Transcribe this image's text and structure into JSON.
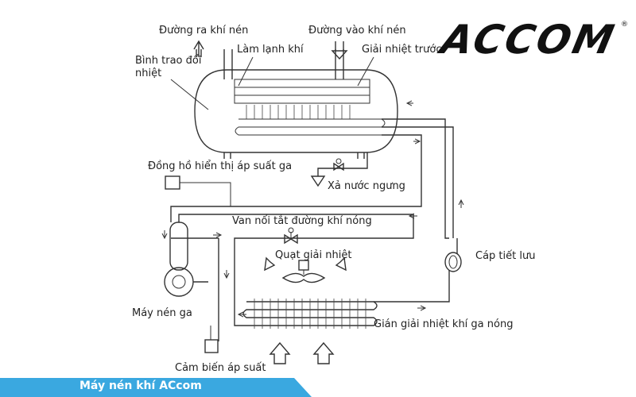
{
  "labels": {
    "air_out": "Đường ra khí nén",
    "air_in": "Đường vào khí nén",
    "cooling": "Làm lạnh khí",
    "precooling": "Giải nhiệt trước",
    "heat_exchanger_line1": "Bình trao đổi",
    "heat_exchanger_line2": "nhiệt",
    "pressure_gauge": "Đồng hồ hiển thị áp suất ga",
    "condensate_drain": "Xả nước ngưng",
    "hot_gas_bypass": "Van nối tắt đường khí nóng",
    "cooling_fan": "Quạt giải nhiệt",
    "capillary": "Cáp tiết lưu",
    "compressor": "Máy nén ga",
    "condenser": "Gián giải nhiệt khí ga nóng",
    "pressure_sensor": "Cảm biến áp suất"
  },
  "logo": {
    "text": "ACCOM",
    "registered": "®"
  },
  "banner": {
    "text": "Máy nén khí ACcom",
    "color": "#3aa8e0"
  }
}
